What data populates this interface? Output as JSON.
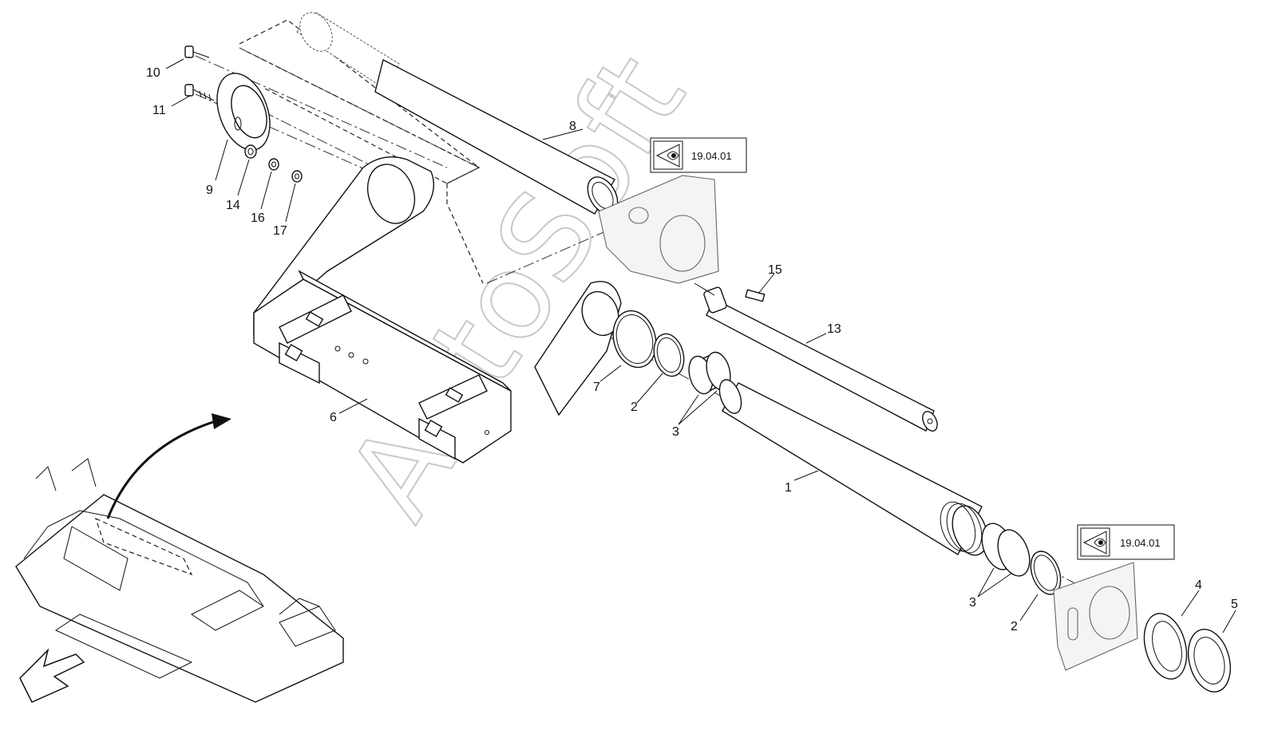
{
  "diagram": {
    "callouts": [
      "1",
      "2",
      "2",
      "3",
      "3",
      "4",
      "5",
      "6",
      "7",
      "8",
      "9",
      "10",
      "11",
      "13",
      "14",
      "15",
      "16",
      "17"
    ],
    "reference_boxes": [
      {
        "label": "19.04.01"
      },
      {
        "label": "19.04.01"
      }
    ],
    "watermark": "AutoSoft",
    "icons": {
      "reference": "eye-view-icon",
      "direction": "view-direction-arrow-icon"
    },
    "colors": {
      "line": "#111111",
      "watermark": "#c8c8c8",
      "background": "#ffffff"
    }
  }
}
